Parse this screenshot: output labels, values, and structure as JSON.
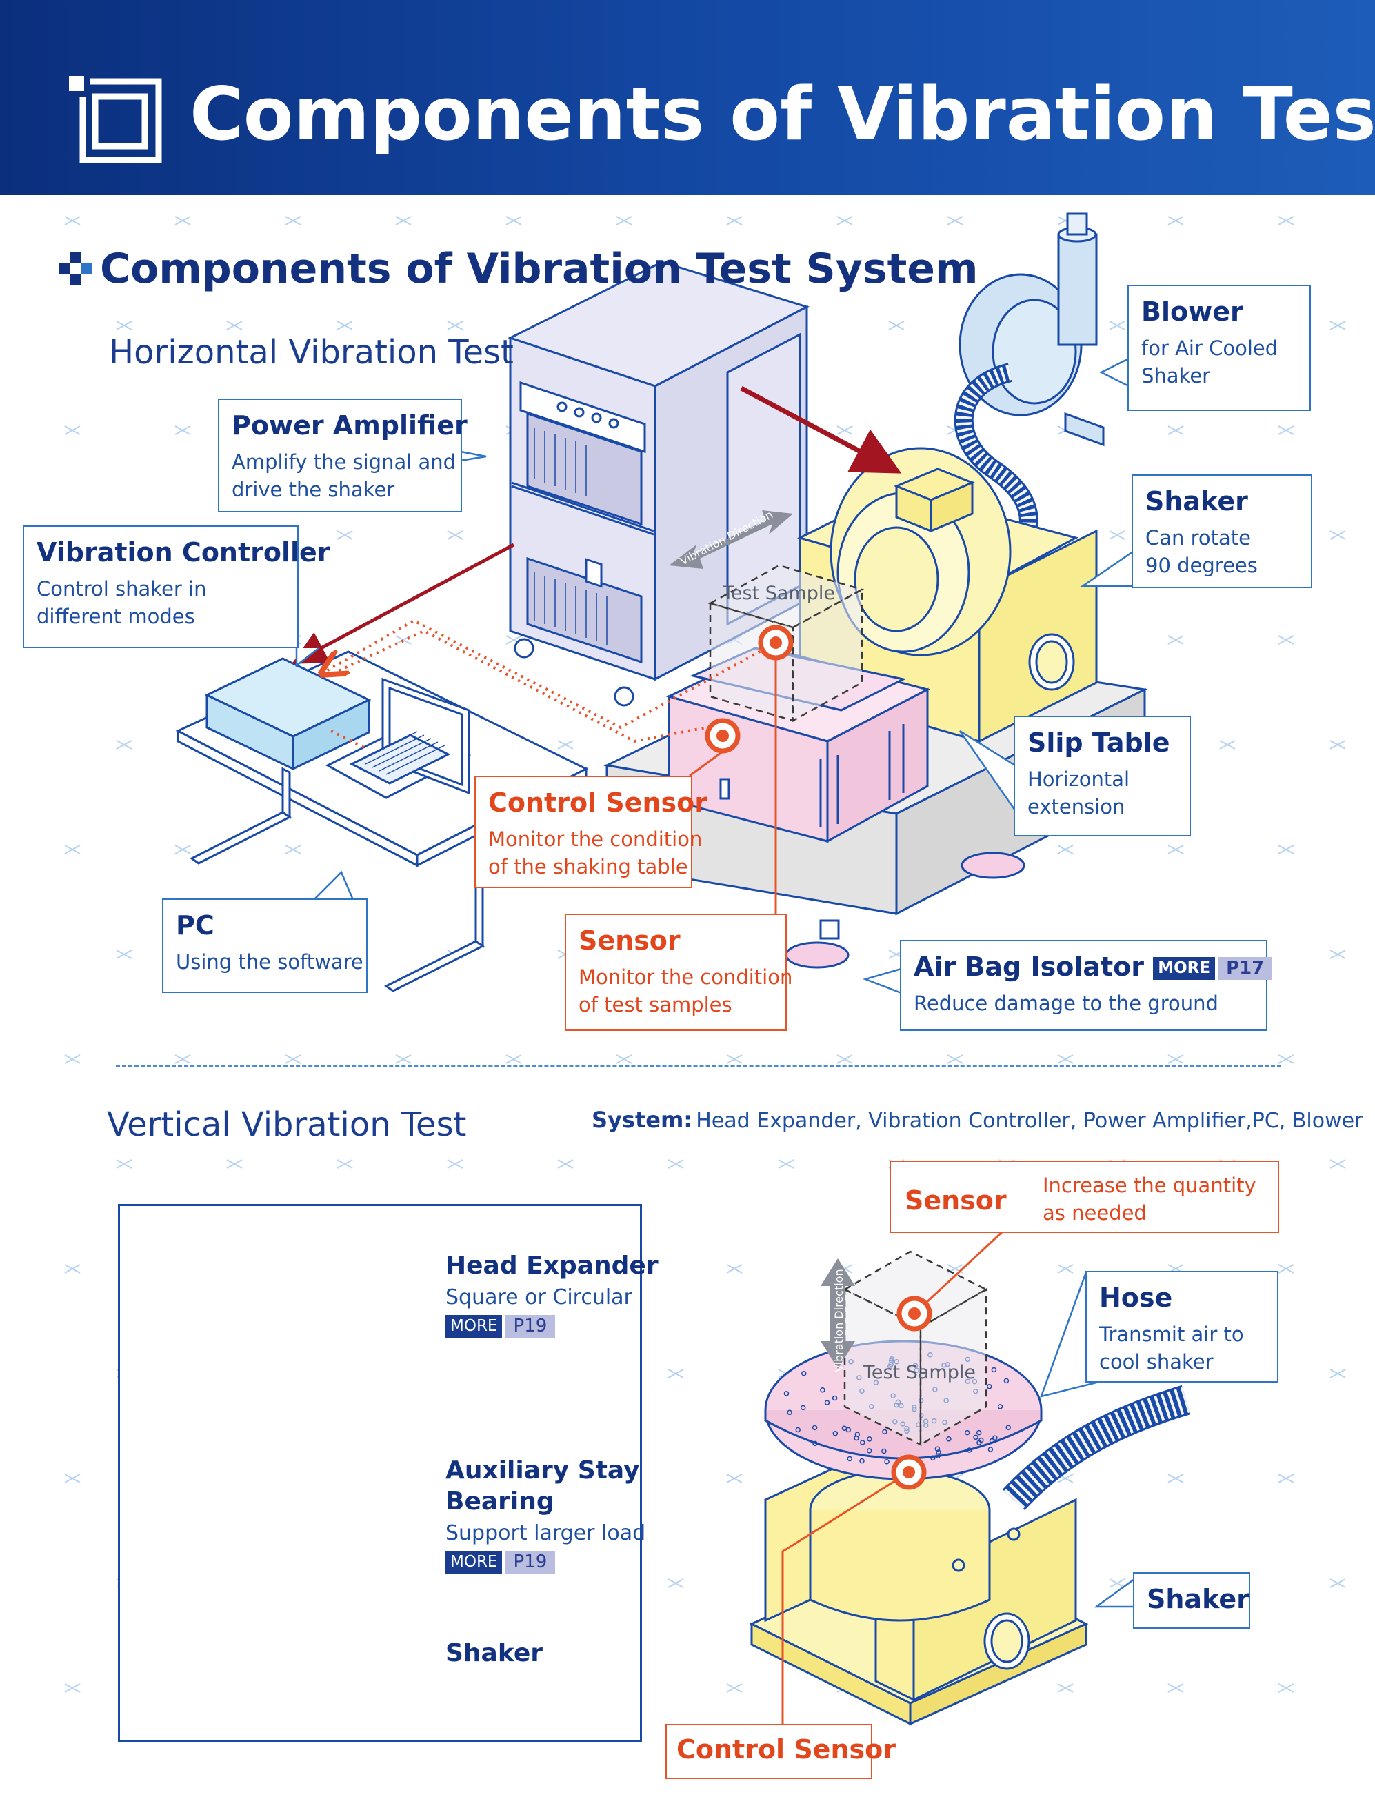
{
  "header": {
    "title": "Components of Vibration Test"
  },
  "section": {
    "title": "Components of Vibration Test System"
  },
  "horizontal": {
    "heading": "Horizontal Vibration Test",
    "callouts": {
      "power_amplifier": {
        "title": "Power Amplifier",
        "desc1": "Amplify the signal and",
        "desc2": "drive the shaker"
      },
      "vibration_controller": {
        "title": "Vibration Controller",
        "desc1": "Control shaker in",
        "desc2": "different modes"
      },
      "blower": {
        "title": "Blower",
        "desc1": "for Air Cooled",
        "desc2": "Shaker"
      },
      "shaker": {
        "title": "Shaker",
        "desc1": "Can rotate",
        "desc2": "90 degrees"
      },
      "slip_table": {
        "title": "Slip Table",
        "desc1": "Horizontal",
        "desc2": "extension"
      },
      "control_sensor": {
        "title": "Control Sensor",
        "desc1": "Monitor the condition",
        "desc2": "of the shaking table"
      },
      "sensor": {
        "title": "Sensor",
        "desc1": "Monitor the condition",
        "desc2": "of test samples"
      },
      "pc": {
        "title": "PC",
        "desc1": "Using the software"
      },
      "air_bag": {
        "title": "Air Bag Isolator",
        "more": "MORE",
        "page": "P17",
        "desc1": "Reduce damage to the ground"
      }
    },
    "test_sample": "Test Sample",
    "vibration_direction": "Vibration Direction"
  },
  "vertical": {
    "heading": "Vertical Vibration Test",
    "system_label": "System:",
    "system_text": "Head Expander, Vibration Controller, Power Amplifier,PC, Blower",
    "panel": {
      "head_expander": {
        "title": "Head Expander",
        "desc": "Square or Circular",
        "more": "MORE",
        "page": "P19"
      },
      "aux_bearing": {
        "title1": "Auxiliary Stay",
        "title2": "Bearing",
        "desc": "Support  larger load",
        "more": "MORE",
        "page": "P19"
      },
      "shaker": {
        "title": "Shaker"
      }
    },
    "callouts": {
      "sensor": {
        "title": "Sensor",
        "desc1": "Increase the quantity",
        "desc2": "as needed"
      },
      "hose": {
        "title": "Hose",
        "desc1": "Transmit air to",
        "desc2": "cool shaker"
      },
      "shaker": {
        "title": "Shaker"
      },
      "control_sensor": {
        "title": "Control Sensor"
      }
    },
    "test_sample": "Test Sample",
    "vibration_direction": "Vibration Direction"
  },
  "colors": {
    "header_blue": "#0b2f7d",
    "accent_blue": "#12317f",
    "sensor_orange": "#e8542a",
    "shaker_yellow": "#fbf6b8",
    "slip_table_pink": "#f7dced",
    "amplifier_lavender": "#dcdcf0",
    "controller_cyan": "#cfeaf8"
  }
}
